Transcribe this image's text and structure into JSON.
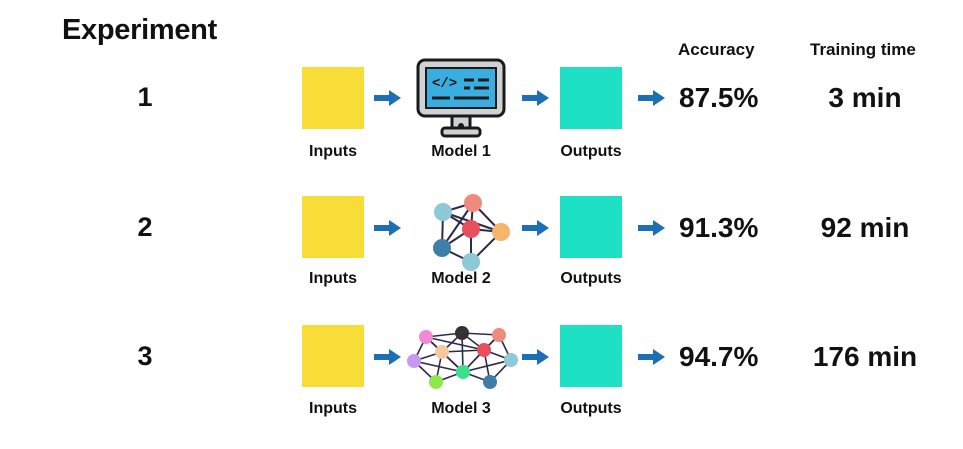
{
  "title": "Experiment",
  "columns": {
    "accuracy": "Accuracy",
    "training_time": "Training time"
  },
  "labels": {
    "inputs": "Inputs",
    "outputs": "Outputs"
  },
  "experiments": [
    {
      "number": "1",
      "model": "Model 1",
      "accuracy": "87.5%",
      "time": "3 min",
      "model_icon": "computer-monitor-code-icon"
    },
    {
      "number": "2",
      "model": "Model 2",
      "accuracy": "91.3%",
      "time": "92 min",
      "model_icon": "small-neural-network-icon"
    },
    {
      "number": "3",
      "model": "Model 3",
      "accuracy": "94.7%",
      "time": "176 min",
      "model_icon": "large-neural-network-icon"
    }
  ],
  "colors": {
    "input": "#f8dc38",
    "output": "#1ee0c5",
    "arrow": "#1c6fb5"
  }
}
